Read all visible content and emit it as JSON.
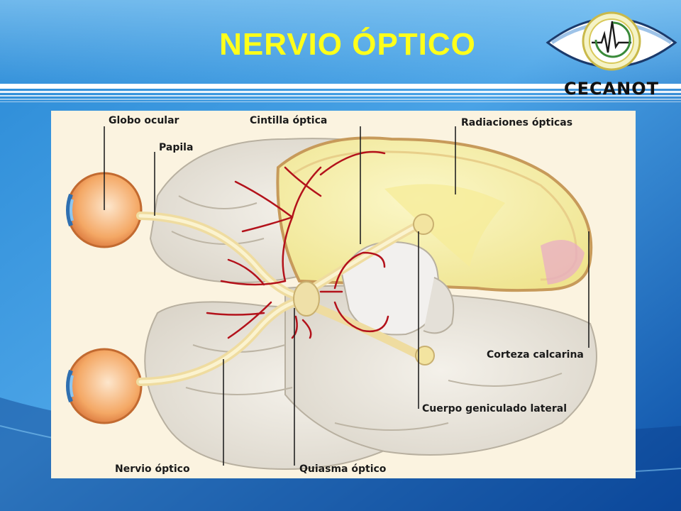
{
  "slide": {
    "title": "NERVIO ÓPTICO",
    "title_color": "#ffff1a"
  },
  "logo": {
    "text": "CECANOT",
    "icon": "eye-ecg-logo-icon"
  },
  "diagram": {
    "labels": {
      "globo_ocular": "Globo ocular",
      "papila": "Papila",
      "cintilla_optica": "Cintilla óptica",
      "radiaciones_opticas": "Radiaciones ópticas",
      "corteza_calcarina": "Corteza calcarina",
      "cuerpo_geniculado_lateral": "Cuerpo geniculado lateral",
      "nervio_optico": "Nervio óptico",
      "quiasma_optico": "Quiasma óptico"
    },
    "colors": {
      "eye": "#f2a46a",
      "nerve": "#f3e6a8",
      "vessels": "#b3121b",
      "brain": "#e6e1d8",
      "cortex": "#f7f0a8"
    }
  }
}
